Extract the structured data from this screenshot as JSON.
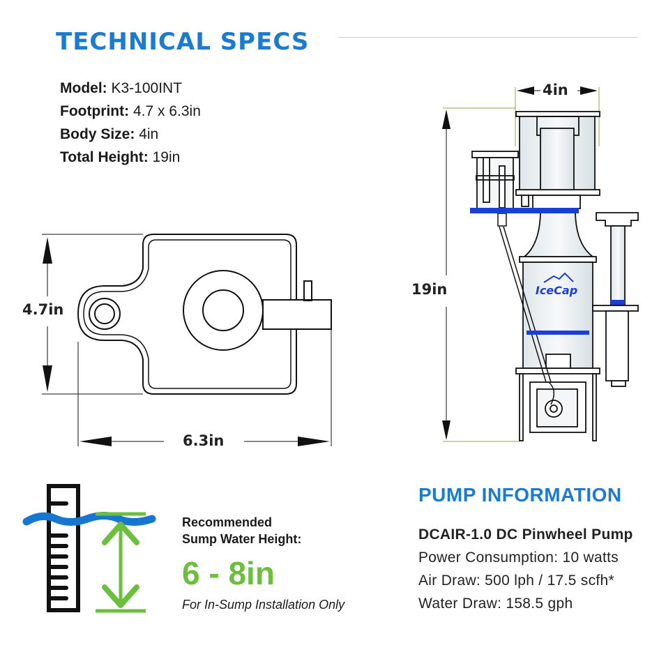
{
  "header": {
    "title": "TECHNICAL SPECS"
  },
  "specs": [
    {
      "label": "Model:",
      "value": "K3-100INT"
    },
    {
      "label": "Footprint:",
      "value": "4.7 x 6.3in"
    },
    {
      "label": "Body Size:",
      "value": "4in"
    },
    {
      "label": "Total Height:",
      "value": "19in"
    }
  ],
  "footprint": {
    "width_label": "6.3in",
    "depth_label": "4.7in"
  },
  "skimmer": {
    "body_label": "4in",
    "height_label": "19in",
    "logo": "IceCap"
  },
  "sump": {
    "heading_line1": "Recommended",
    "heading_line2": "Sump Water Height:",
    "range": "6 - 8in",
    "note": "For In-Sump Installation Only"
  },
  "pump": {
    "title": "PUMP INFORMATION",
    "model": "DCAIR-1.0 DC Pinwheel Pump",
    "lines": [
      "Power Consumption: 10 watts",
      "Air Draw: 500 lph / 17.5 scfh*",
      "Water Draw: 158.5 gph"
    ]
  },
  "colors": {
    "accent_blue": "#1b7bd1",
    "green": "#6cbf3e",
    "water_blue": "#1577d0"
  }
}
